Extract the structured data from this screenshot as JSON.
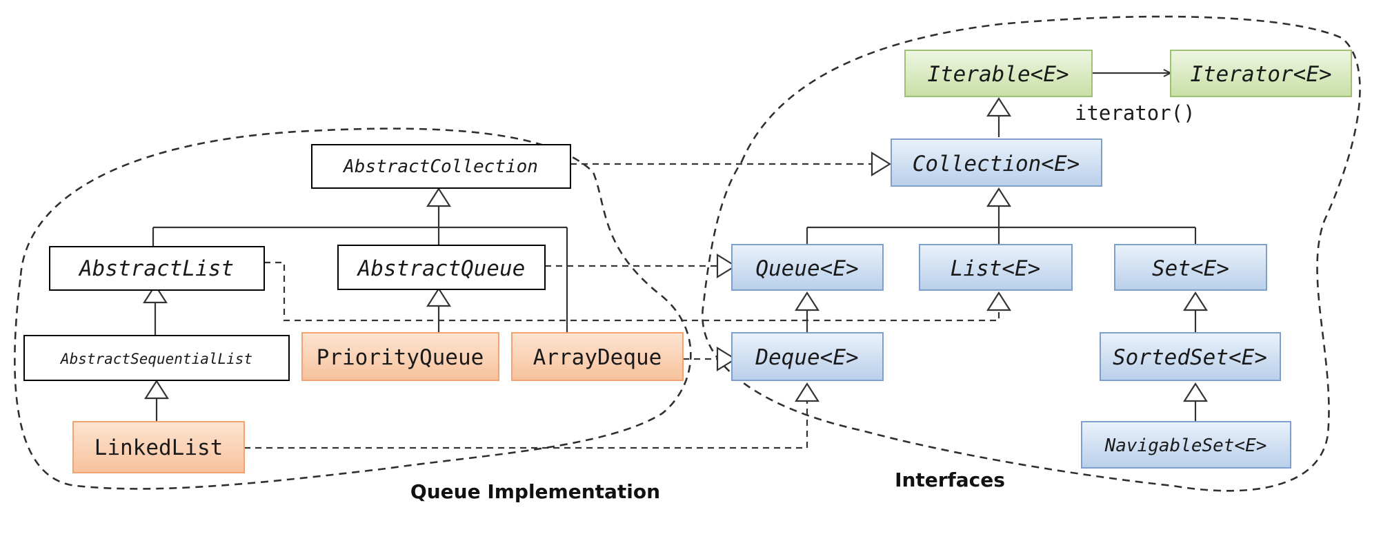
{
  "diagram": {
    "groups": {
      "queue_implementation": "Queue Implementation",
      "interfaces": "Interfaces"
    },
    "boxes": {
      "iterable": "Iterable<E>",
      "iterator": "Iterator<E>",
      "collection": "Collection<E>",
      "queue": "Queue<E>",
      "list": "List<E>",
      "set": "Set<E>",
      "deque": "Deque<E>",
      "sorted_set": "SortedSet<E>",
      "navigable_set": "NavigableSet<E>",
      "abstract_collection": "AbstractCollection",
      "abstract_list": "AbstractList",
      "abstract_queue": "AbstractQueue",
      "abstract_sequential_list": "AbstractSequentialList",
      "priority_queue": "PriorityQueue",
      "array_deque": "ArrayDeque",
      "linked_list": "LinkedList"
    },
    "method_label": "iterator()",
    "colors": {
      "interface": "#c9dbf0",
      "implementation": "#fbd3b6",
      "root": "#d5e8b9",
      "abstract": "#ffffff",
      "line": "#333333"
    }
  }
}
